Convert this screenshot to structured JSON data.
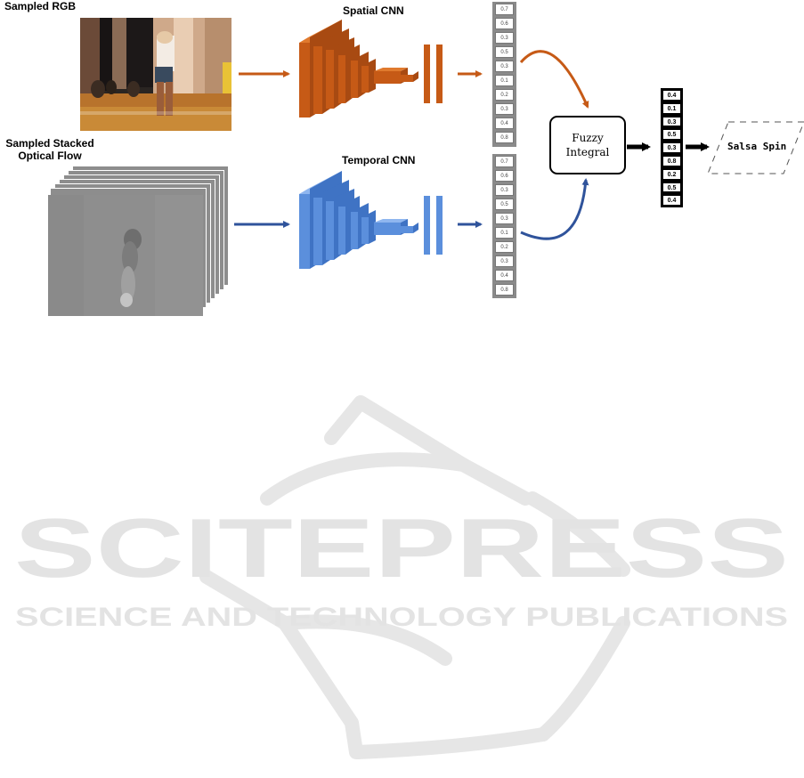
{
  "labels": {
    "sampled_rgb": "Sampled RGB",
    "sampled_flow_line1": "Sampled Stacked",
    "sampled_flow_line2": "Optical Flow",
    "spatial_cnn": "Spatial CNN",
    "temporal_cnn": "Temporal CNN",
    "fuzzy_line1": "Fuzzy",
    "fuzzy_line2": "Integral",
    "result": "Salsa Spin"
  },
  "spatial_scores": [
    "0.7",
    "0.6",
    "0.3",
    "0.5",
    "0.3",
    "0.1",
    "0.2",
    "0.3",
    "0.4",
    "0.8"
  ],
  "temporal_scores": [
    "0.7",
    "0.6",
    "0.3",
    "0.5",
    "0.3",
    "0.1",
    "0.2",
    "0.3",
    "0.4",
    "0.8"
  ],
  "fused_scores": [
    "0.4",
    "0.1",
    "0.3",
    "0.5",
    "0.3",
    "0.8",
    "0.2",
    "0.5",
    "0.4"
  ],
  "watermark": {
    "line1": "SCITEPRESS",
    "line2": "SCIENCE AND TECHNOLOGY PUBLICATIONS"
  },
  "colors": {
    "spatial": "#c65a16",
    "temporal": "#5b8fdc",
    "temporal_arrow": "#2f539b",
    "watermark": "#e6e6e6"
  }
}
